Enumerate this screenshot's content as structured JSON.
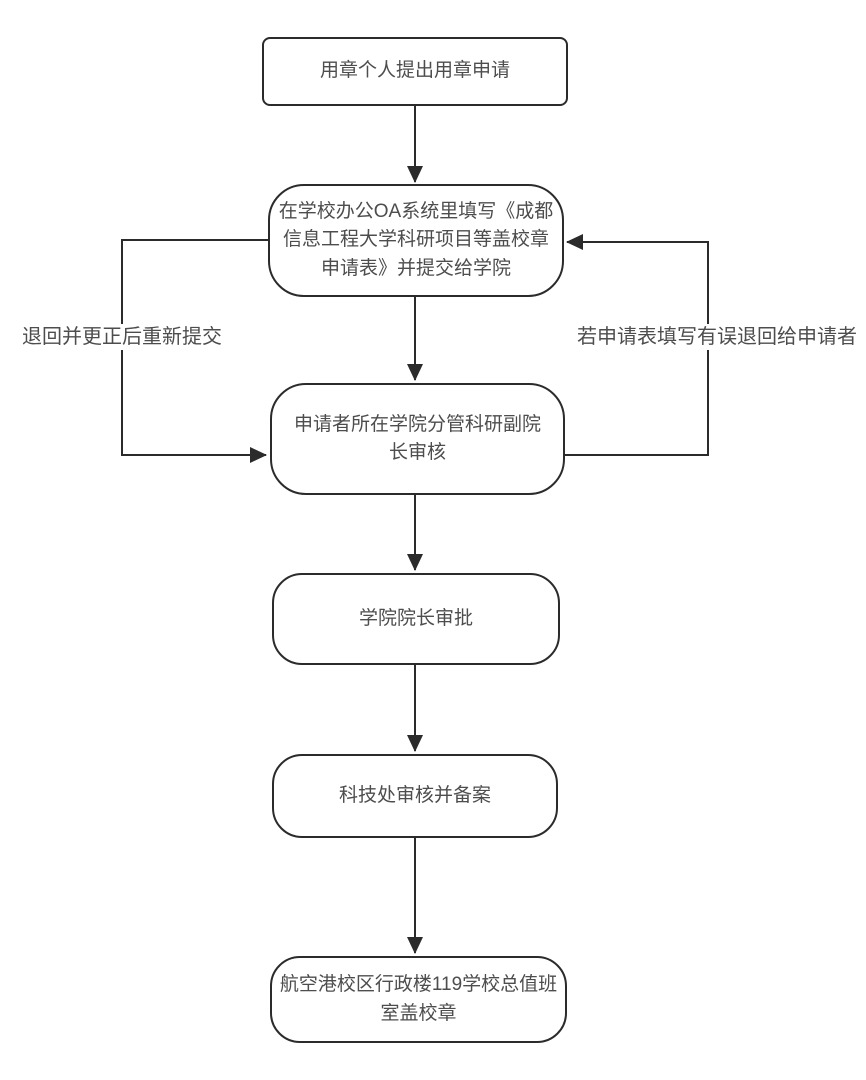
{
  "diagram": {
    "type": "flowchart",
    "background": "#ffffff",
    "line_color": "#2b2b2b",
    "text_color": "#4d4d4d",
    "nodes": [
      {
        "id": "start",
        "shape": "rectangle",
        "label": "用章个人提出用章申请"
      },
      {
        "id": "fill-oa-form",
        "shape": "rounded",
        "label": "在学校办公OA系统里填写《成都信息工程大学科研项目等盖校章申请表》并提交给学院"
      },
      {
        "id": "vice-dean-review",
        "shape": "rounded",
        "label": "申请者所在学院分管科研副院长审核"
      },
      {
        "id": "dean-approval",
        "shape": "rounded",
        "label": "学院院长审批"
      },
      {
        "id": "scitech-review",
        "shape": "rounded",
        "label": "科技处审核并备案"
      },
      {
        "id": "stamp-seal",
        "shape": "rounded",
        "label": "航空港校区行政楼119学校总值班室盖校章"
      }
    ],
    "edges": [
      {
        "from": "start",
        "to": "fill-oa-form",
        "label": ""
      },
      {
        "from": "fill-oa-form",
        "to": "vice-dean-review",
        "label": ""
      },
      {
        "from": "vice-dean-review",
        "to": "dean-approval",
        "label": ""
      },
      {
        "from": "dean-approval",
        "to": "scitech-review",
        "label": ""
      },
      {
        "from": "scitech-review",
        "to": "stamp-seal",
        "label": ""
      },
      {
        "from": "fill-oa-form",
        "to": "vice-dean-review",
        "route": "left-loop",
        "label": "退回并更正后重新提交"
      },
      {
        "from": "vice-dean-review",
        "to": "fill-oa-form",
        "route": "right-loop",
        "label": "若申请表填写有误退回给申请者"
      }
    ]
  }
}
